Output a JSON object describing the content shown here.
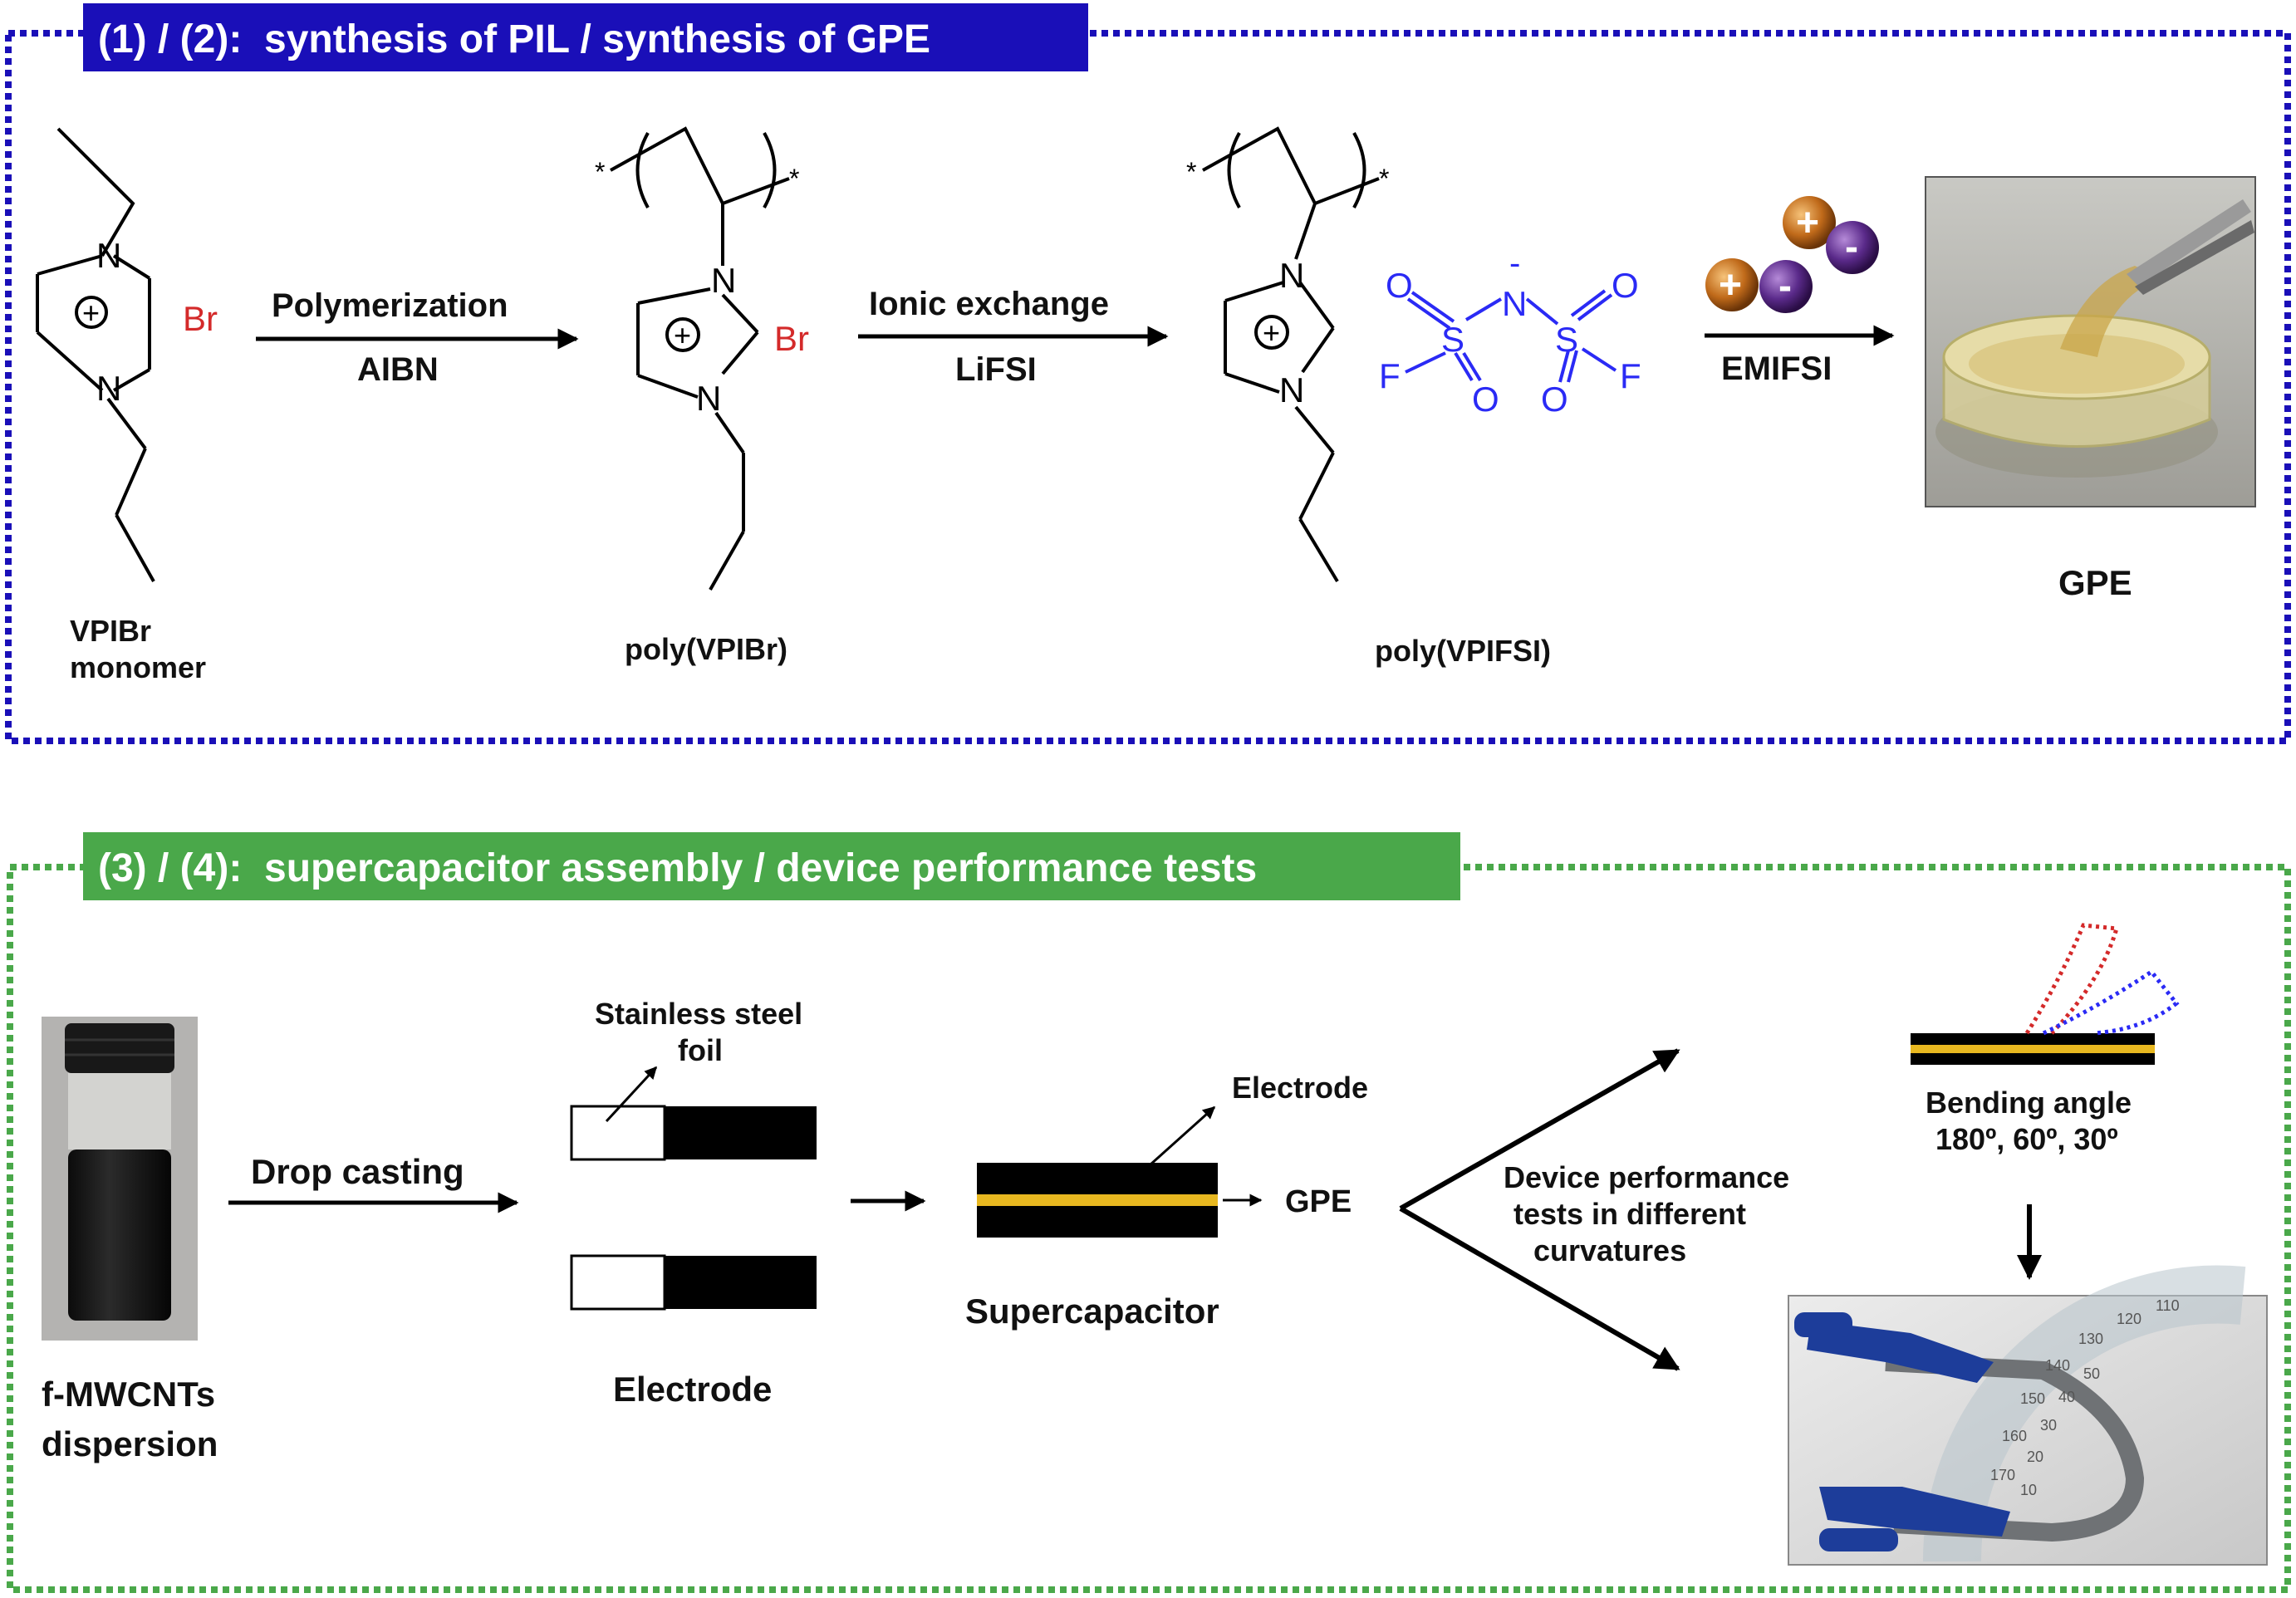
{
  "panel1": {
    "title": "(1) / (2):  synthesis of PIL / synthesis of GPE",
    "border_color": "#1a0fb8",
    "atoms": {
      "n": "N",
      "br": "Br",
      "f": "F",
      "s": "S",
      "o": "O",
      "star": "*",
      "plus": "+",
      "minus": "-"
    },
    "monomer": {
      "label_line1": "VPIBr",
      "label_line2": "monomer"
    },
    "step1": {
      "top": "Polymerization",
      "bottom": "AIBN"
    },
    "polymer1": {
      "label": "poly(VPIBr)"
    },
    "step2": {
      "top": "Ionic exchange",
      "bottom": "LiFSI"
    },
    "polymer2": {
      "label": "poly(VPIFSI)"
    },
    "step3": {
      "bottom": "EMIFSI"
    },
    "gpe": {
      "label": "GPE"
    }
  },
  "panel2": {
    "title": "(3) / (4):  supercapacitor assembly / device performance tests",
    "border_color": "#4aa84a",
    "dispersion": {
      "line1": "f-MWCNTs",
      "line2": "dispersion"
    },
    "drop_casting": "Drop casting",
    "foil": {
      "line1": "Stainless steel",
      "line2": "foil"
    },
    "electrode": "Electrode",
    "electrode_callout": "Electrode",
    "gpe_callout": "GPE",
    "supercapacitor": "Supercapacitor",
    "tests": {
      "line1": "Device performance",
      "line2": "tests in different",
      "line3": "curvatures"
    },
    "bending": {
      "line1": "Bending angle",
      "line2": "180º, 60º, 30º"
    },
    "protractor": {
      "a": "110",
      "b": "120",
      "c": "130",
      "d": "140",
      "e": "150",
      "f": "160",
      "g": "170",
      "h": "10",
      "i": "20",
      "j": "30",
      "k": "40",
      "l": "50"
    }
  },
  "colors": {
    "anion": "#2a2af5",
    "bromide": "#d42a2a",
    "gel_layer": "#e8b820",
    "cation_ball": "#c06a1a",
    "anion_ball": "#5a2a8a"
  }
}
